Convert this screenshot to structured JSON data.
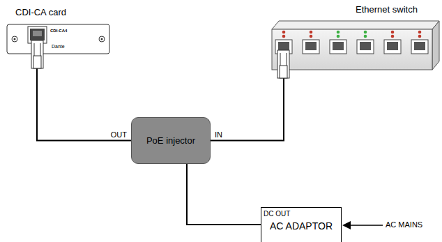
{
  "diagram": {
    "nodes": [
      {
        "text": [
          "CDI-CA card"
        ]
      },
      {
        "text": [
          "Ethernet switch"
        ]
      },
      {
        "text": [
          "PoE injector"
        ]
      },
      {
        "text": [
          "DC OUT",
          "AC ADAPTOR"
        ]
      }
    ],
    "edges": [
      {
        "from": 0,
        "to": 2,
        "label": "OUT",
        "arrow": "none"
      },
      {
        "from": 2,
        "to": 1,
        "label": "IN",
        "arrow": "none"
      },
      {
        "from": 2,
        "to": 3,
        "arrow": "none"
      }
    ],
    "labels": [
      "CDI-CA4",
      "Dante",
      "AC MAINS"
    ]
  }
}
